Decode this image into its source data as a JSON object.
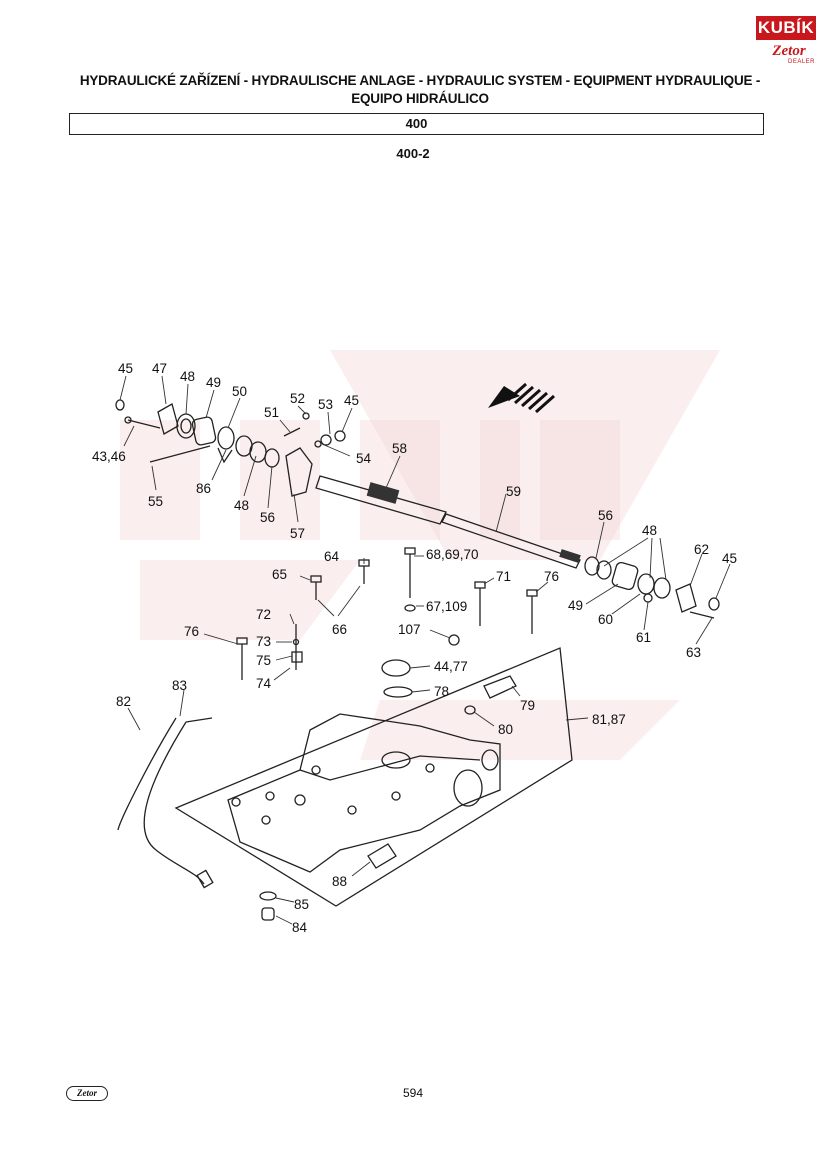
{
  "header": {
    "title_line1": "HYDRAULICKÉ ZAŘÍZENÍ - HYDRAULISCHE ANLAGE - HYDRAULIC SYSTEM - EQUIPMENT HYDRAULIQUE -",
    "title_line2": "EQUIPO HIDRÁULICO",
    "group_code": "400",
    "subgroup_code": "400-2"
  },
  "brand": {
    "kubik": "KUBÍK",
    "zetor": "Zetor",
    "dealer": "DEALER",
    "accent_color": "#c8171d"
  },
  "callouts": [
    {
      "id": "45",
      "label": "45"
    },
    {
      "id": "47",
      "label": "47"
    },
    {
      "id": "48",
      "label": "48"
    },
    {
      "id": "49",
      "label": "49"
    },
    {
      "id": "50",
      "label": "50"
    },
    {
      "id": "52",
      "label": "52"
    },
    {
      "id": "53",
      "label": "53"
    },
    {
      "id": "45b",
      "label": "45"
    },
    {
      "id": "51",
      "label": "51"
    },
    {
      "id": "43_46",
      "label": "43,46"
    },
    {
      "id": "54",
      "label": "54"
    },
    {
      "id": "58",
      "label": "58"
    },
    {
      "id": "86",
      "label": "86"
    },
    {
      "id": "48b",
      "label": "48"
    },
    {
      "id": "56",
      "label": "56"
    },
    {
      "id": "55",
      "label": "55"
    },
    {
      "id": "57",
      "label": "57"
    },
    {
      "id": "59",
      "label": "59"
    },
    {
      "id": "56b",
      "label": "56"
    },
    {
      "id": "48c",
      "label": "48"
    },
    {
      "id": "62",
      "label": "62"
    },
    {
      "id": "45c",
      "label": "45"
    },
    {
      "id": "64",
      "label": "64"
    },
    {
      "id": "68_69_70",
      "label": "68,69,70"
    },
    {
      "id": "65",
      "label": "65"
    },
    {
      "id": "71",
      "label": "71"
    },
    {
      "id": "76",
      "label": "76"
    },
    {
      "id": "49b",
      "label": "49"
    },
    {
      "id": "67_109",
      "label": "67,109"
    },
    {
      "id": "60",
      "label": "60"
    },
    {
      "id": "72",
      "label": "72"
    },
    {
      "id": "66",
      "label": "66"
    },
    {
      "id": "61",
      "label": "61"
    },
    {
      "id": "63",
      "label": "63"
    },
    {
      "id": "107",
      "label": "107"
    },
    {
      "id": "76b",
      "label": "76"
    },
    {
      "id": "73",
      "label": "73"
    },
    {
      "id": "75",
      "label": "75"
    },
    {
      "id": "44_77",
      "label": "44,77"
    },
    {
      "id": "74",
      "label": "74"
    },
    {
      "id": "78",
      "label": "78"
    },
    {
      "id": "83",
      "label": "83"
    },
    {
      "id": "82",
      "label": "82"
    },
    {
      "id": "79",
      "label": "79"
    },
    {
      "id": "81_87",
      "label": "81,87"
    },
    {
      "id": "80",
      "label": "80"
    },
    {
      "id": "88",
      "label": "88"
    },
    {
      "id": "85",
      "label": "85"
    },
    {
      "id": "84",
      "label": "84"
    }
  ],
  "footer": {
    "logo_text": "Zetor",
    "page_number": "594"
  }
}
